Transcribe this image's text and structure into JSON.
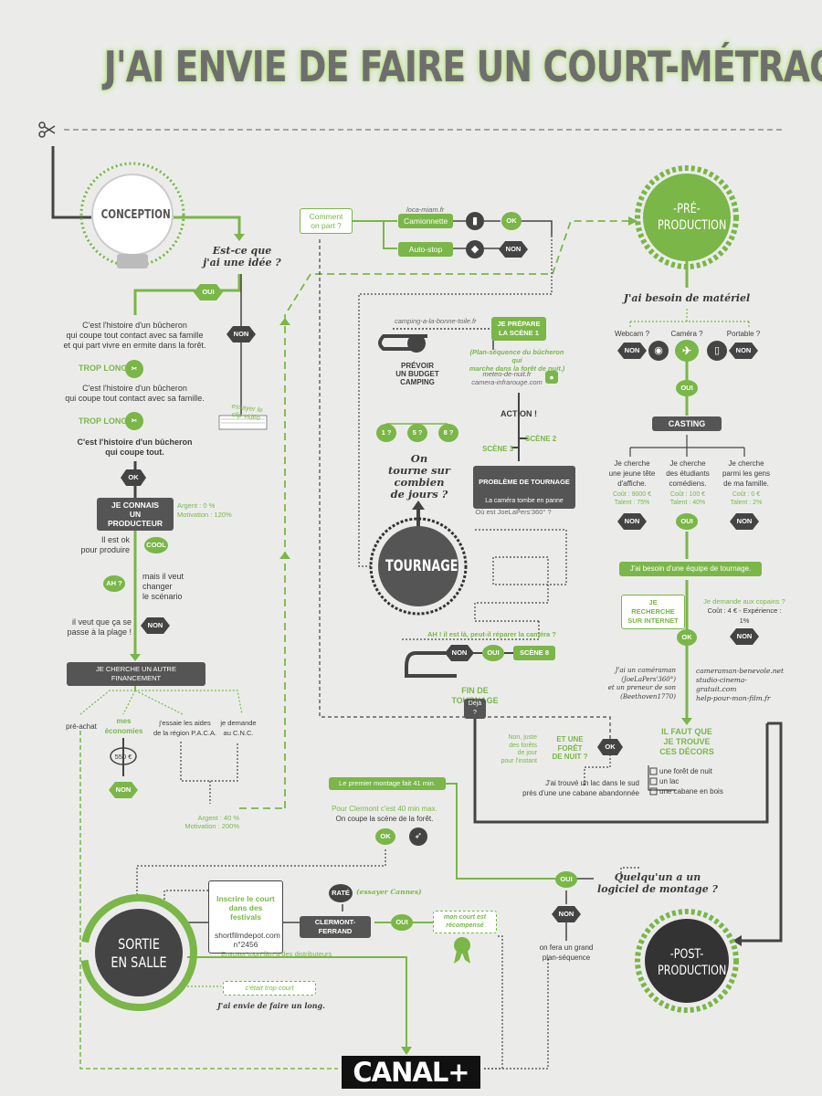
{
  "title": "J'AI ENVIE DE FAIRE UN COURT-MÉTRAGE",
  "colors": {
    "green": "#7ab648",
    "dark": "#444444",
    "background": "#ebecea"
  },
  "icons": {
    "scissors": "scissors-icon",
    "lightbulb": "lightbulb-icon",
    "truck": "truck-icon",
    "car": "car-icon",
    "tent": "tent-icon",
    "flashlight": "flashlight-icon",
    "eye": "eye-icon",
    "camera": "camera-icon",
    "phone": "phone-icon",
    "piggy": "piggy-bank-icon",
    "rocket": "rocket-icon",
    "plus": "plus-icon",
    "ribbon": "award-ribbon-icon",
    "checkbox": "checkbox-icon",
    "stack": "paper-stack-icon"
  },
  "conception": {
    "label": "CONCEPTION",
    "question": "Est-ce que\nj'ai une idée ?",
    "oui": "OUI",
    "non": "NON",
    "clip_note": "essayer le\nclip vidéo",
    "story1": "C'est l'histoire d'un bûcheron\nqui coupe tout contact avec sa famille\net qui part vivre en ermite dans la forêt.",
    "trop_long_1": "TROP LONG",
    "story2": "C'est l'histoire d'un bûcheron\nqui coupe tout contact avec sa famille.",
    "trop_long_2": "TROP LONG",
    "story3": "C'est l'histoire d'un bûcheron\nqui coupe tout.",
    "ok": "OK"
  },
  "producer": {
    "label": "JE CONNAIS\nUN PRODUCTEUR",
    "argent": "Argent : 0 %",
    "motivation": "Motivation : 120%",
    "il_est_ok": "Il est ok\npour produire",
    "cool": "COOL",
    "ah": "AH ?",
    "mais": "mais il veut\nchanger\nle scénario",
    "plage": "il veut que ça se\npasse à la plage !",
    "non": "NON",
    "financement": "JE CHERCHE UN AUTRE FINANCEMENT",
    "options": [
      "pré-achat",
      "mes\néconomies",
      "j'essaie les aides\nde la région P.A.C.A.",
      "je demande\nau C.N.C."
    ],
    "piggy_amount": "550 €",
    "non2": "NON",
    "argent2": "Argent : 40 %",
    "motivation2": "Motivation : 200%"
  },
  "transport": {
    "question": "Comment\non part ?",
    "site": "loca-miam.fr",
    "camionnette": "Camionnette",
    "autostop": "Auto-stop",
    "ok": "OK",
    "non": "NON"
  },
  "camping": {
    "site": "camping-a-la-bonne-toile.fr",
    "prepare": "JE PRÉPARE\nLA SCÈNE 1",
    "plan": "(Plan-séquence du bûcheron qui\nmarche dans la forêt de nuit.)",
    "budget": "PRÉVOIR\nUN BUDGET\nCAMPING",
    "sites2": "meteo-de-nuit.fr\ncamera-infrarouge.com",
    "action": "ACTION !",
    "scene2": "SCÈNE 2",
    "scene3": "SCÈNE 3",
    "probleme": "PROBLÈME DE TOURNAGE",
    "probleme_sub": "La caméra tombe en panne",
    "ou_est": "Où est JoeLaPers'360° ?",
    "days": [
      "1 ?",
      "5 ?",
      "8 ?"
    ],
    "jours_q": "On\ntourne sur\ncombien\nde jours ?",
    "tournage": "TOURNAGE",
    "ah_il_est_la": "AH ! il est là, peut-il réparer la caméra ?",
    "non": "NON",
    "oui": "OUI",
    "scene8": "SCÈNE 8",
    "fin": "FIN DE TOURNAGE",
    "deja": "Déjà ?"
  },
  "preproduction": {
    "label": "-PRÉ-\nPRODUCTION",
    "materiel": "J'ai besoin de matériel",
    "webcam": "Webcam ?",
    "camera": "Caméra ?",
    "portable": "Portable ?",
    "non": "NON",
    "oui": "OUI",
    "casting": "CASTING",
    "cast_options": [
      "Je cherche\nune jeune tête\nd'affiche.",
      "Je cherche\ndes étudiants\ncomédiens.",
      "Je cherche\nparmi les gens\nde ma famille."
    ],
    "cast_costs": [
      "Coût : 9000 €\nTalent : 75%",
      "Coût : 100 €\nTalent : 40%",
      "Coût : 0 €\nTalent : 2%"
    ],
    "equipe": "J'ai besoin d'une équipe de tournage.",
    "recherche": "JE RECHERCHE\nSUR INTERNET",
    "copains": "Je demande aux copains ?",
    "copains_cost": "Coût : 4 € - Expérience : 1%",
    "ok": "OK",
    "cameraman": "J'ai un caméraman\n(JoeLaPers'360°)\net un preneur de son\n(Beethoven1770)",
    "sites": "cameraman-benevole.net\nstudio-cinema-gratuit.com\nhelp-pour-mon-film.fr",
    "decors": "IL FAUT QUE\nJE TROUVE\nCES DÉCORS",
    "decor_list": [
      "une forêt de nuit",
      "un lac",
      "une cabane en bois"
    ],
    "foret_q": "ET UNE\nFORÊT\nDE NUIT ?",
    "foret_non": "Non, juste\ndes forêts\nde jour\npour l'instant",
    "ok2": "OK",
    "lac": "J'ai trouvé un lac dans le sud\nprès d'une une cabane abandonnée"
  },
  "montage": {
    "premier": "Le premier montage fait 41 min.",
    "clermont": "Pour Clermont c'est 40 min max.",
    "coupe": "On coupe la scène de la forêt.",
    "ok": "OK",
    "logiciel_q": "Quelqu'un a un\nlogiciel de montage ?",
    "oui": "OUI",
    "non": "NON",
    "plan_sequence": "on fera un grand\nplan-séquence"
  },
  "postproduction": {
    "label": "-POST-\nPRODUCTION"
  },
  "sortie": {
    "label": "SORTIE\nEN SALLE",
    "inscrire": "Inscrire le court\ndans des festivals",
    "site": "shortfilmdepot.com\nn°2456",
    "rate": "RATÉ",
    "cannes": "(essayer Cannes)",
    "clermont": "CLERMONT-FERRAND",
    "oui": "OUI",
    "recompense": "mon court est\nrécompensé",
    "distributeurs": "Envoyer mon film à des distributeurs",
    "trop_court": "c'était trop court",
    "long": "J'ai envie de faire un long."
  },
  "footer": {
    "logo": "CANAL+"
  }
}
